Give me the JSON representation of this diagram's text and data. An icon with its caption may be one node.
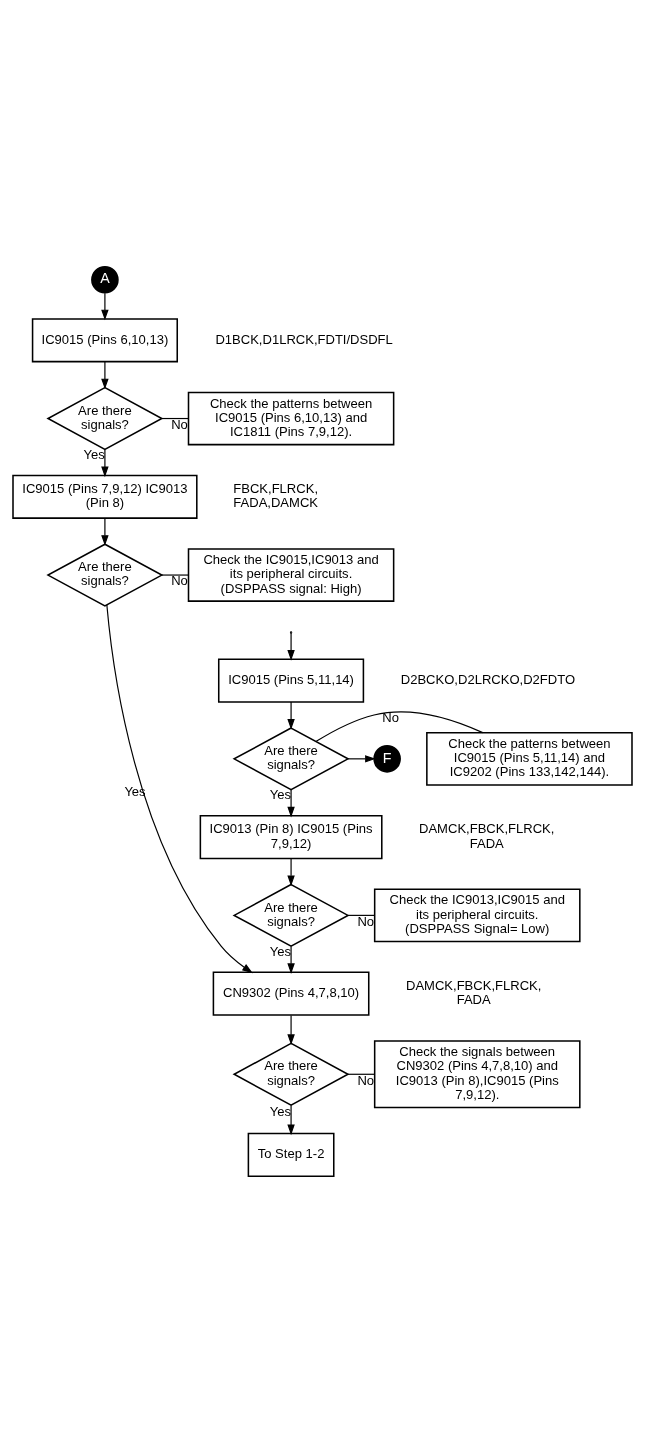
{
  "diagram": {
    "nodes": [
      {
        "text": [
          "A"
        ]
      },
      {
        "text": [
          "IC9015 (Pins 6,10,13)"
        ],
        "beside": [
          "D1BCK,D1LRCK,FDTI/DSDFL"
        ]
      },
      {
        "text": [
          "Are there signals?"
        ]
      },
      {
        "text": [
          "Check the patterns between IC9015 (Pins 6,10,13) and IC1811 (Pins 7,9,12)."
        ]
      },
      {
        "text": [
          "IC9015 (Pins 7,9,12) IC9013 (Pin 8)"
        ],
        "beside": [
          "FBCK,FLRCK, FADA,DAMCK"
        ]
      },
      {
        "text": [
          "Are there signals?"
        ]
      },
      {
        "text": [
          "Check the IC9015,IC9013 and its peripheral circuits. (DSPPASS signal: High)"
        ]
      },
      {
        "text": [
          "IC9015 (Pins 5,11,14)"
        ],
        "beside": [
          "D2BCKO,D2LRCKO,D2FDTO"
        ]
      },
      {
        "text": [
          "Are there signals?"
        ]
      },
      {
        "text": [
          "Check the patterns between IC9015 (Pins 5,11,14) and IC9202 (Pins 133,142,144)."
        ]
      },
      {
        "text": [
          "F"
        ]
      },
      {
        "text": [
          "IC9013 (Pin 8) IC9015 (Pins 7,9,12)"
        ],
        "beside": [
          "DAMCK,FBCK,FLRCK, FADA"
        ]
      },
      {
        "text": [
          "Are there signals?"
        ]
      },
      {
        "text": [
          "Check the IC9013,IC9015 and its peripheral circuits. (DSPPASS Signal= Low)"
        ]
      },
      {
        "text": [
          "CN9302 (Pins 4,7,8,10)"
        ],
        "beside": [
          "DAMCK,FBCK,FLRCK, FADA"
        ]
      },
      {
        "text": [
          "Are there signals?"
        ]
      },
      {
        "text": [
          "Check the signals between CN9302 (Pins 4,7,8,10) and IC9013 (Pin 8),IC9015 (Pins 7,9,12)."
        ]
      },
      {
        "text": [
          "To Step 1-2"
        ]
      }
    ],
    "edges": [
      {
        "from": 0,
        "to": 1,
        "arrow": "to"
      },
      {
        "from": 1,
        "to": 2,
        "arrow": "to"
      },
      {
        "from": 2,
        "to": 3,
        "label": "No",
        "arrow": "none"
      },
      {
        "from": 2,
        "to": 4,
        "label": "Yes",
        "arrow": "to"
      },
      {
        "from": 4,
        "to": 5,
        "arrow": "to"
      },
      {
        "from": 5,
        "to": 6,
        "label": "No",
        "arrow": "none"
      },
      {
        "from": 5,
        "to": 14,
        "label": "Yes",
        "arrow": "to"
      },
      {
        "from": null,
        "to": 7,
        "arrow": "to"
      },
      {
        "from": 7,
        "to": 8,
        "arrow": "to"
      },
      {
        "from": 8,
        "to": 9,
        "label": "No",
        "arrow": "none"
      },
      {
        "from": 8,
        "to": 10,
        "arrow": "to"
      },
      {
        "from": 8,
        "to": 11,
        "label": "Yes",
        "arrow": "to"
      },
      {
        "from": 11,
        "to": 12,
        "arrow": "to"
      },
      {
        "from": 12,
        "to": 13,
        "label": "No",
        "arrow": "none"
      },
      {
        "from": 12,
        "to": 14,
        "label": "Yes",
        "arrow": "to"
      },
      {
        "from": 14,
        "to": 15,
        "arrow": "to"
      },
      {
        "from": 15,
        "to": 16,
        "label": "No",
        "arrow": "none"
      },
      {
        "from": 15,
        "to": 17,
        "label": "Yes",
        "arrow": "to"
      }
    ]
  }
}
